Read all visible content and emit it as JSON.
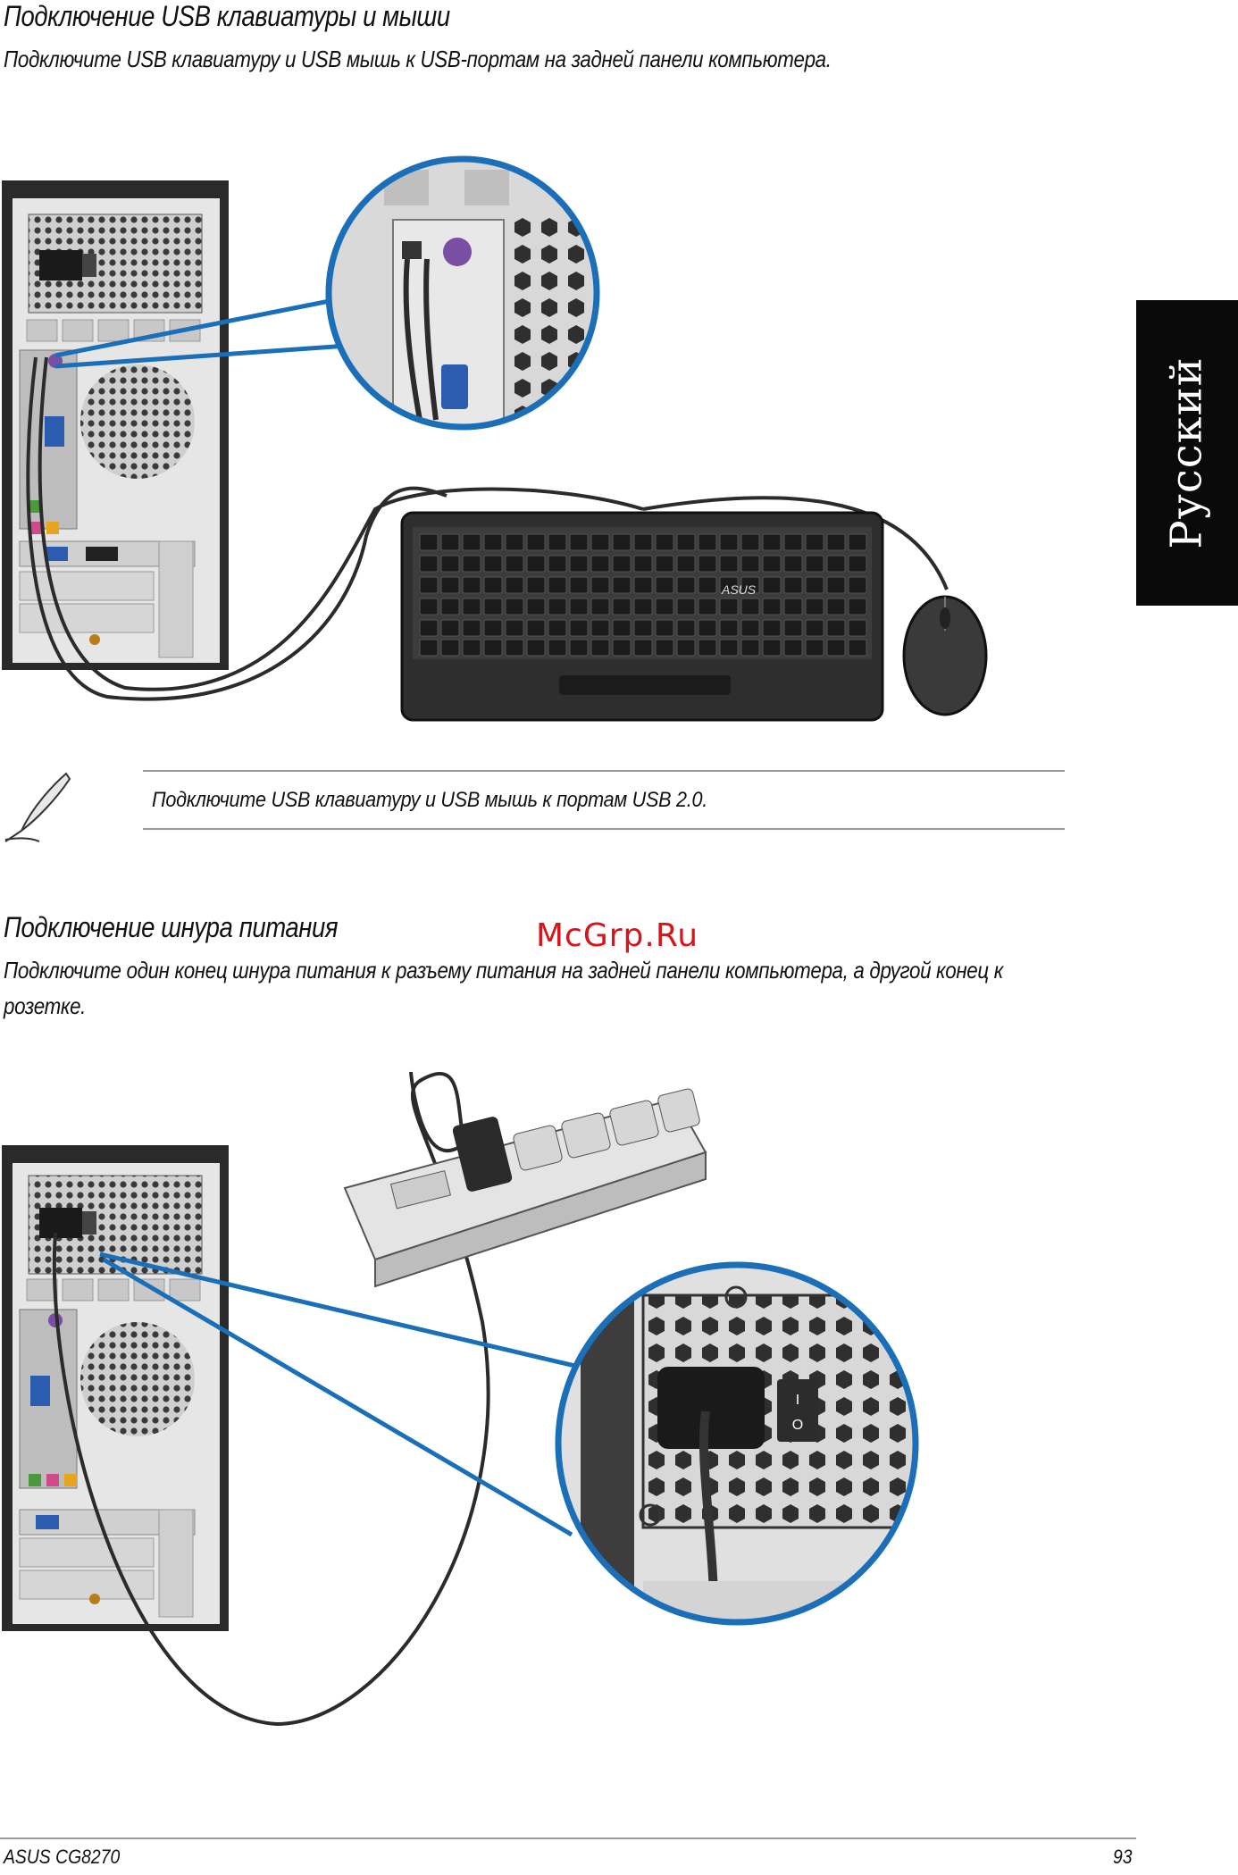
{
  "section1": {
    "heading": "Подключение USB клавиатуры и мыши",
    "body": "Подключите USB клавиатуру и USB мышь к USB-портам на задней панели компьютера."
  },
  "note": {
    "icon": "feather-icon",
    "text": "Подключите USB клавиатуру и USB мышь к портам USB 2.0."
  },
  "section2": {
    "heading": "Подключение шнура питания",
    "body": "Подключите один конец шнура питания к разъему питания на задней панели компьютера, а другой конец к розетке."
  },
  "watermark": "McGrp.Ru",
  "language_tab": "Русский",
  "keyboard_brand": "ASUS",
  "footer": {
    "model": "ASUS CG8270",
    "page_number": "93"
  },
  "colors": {
    "callout_blue": "#1a6fb8",
    "watermark_red": "#d8141b",
    "tab_black": "#0a0a0a"
  }
}
